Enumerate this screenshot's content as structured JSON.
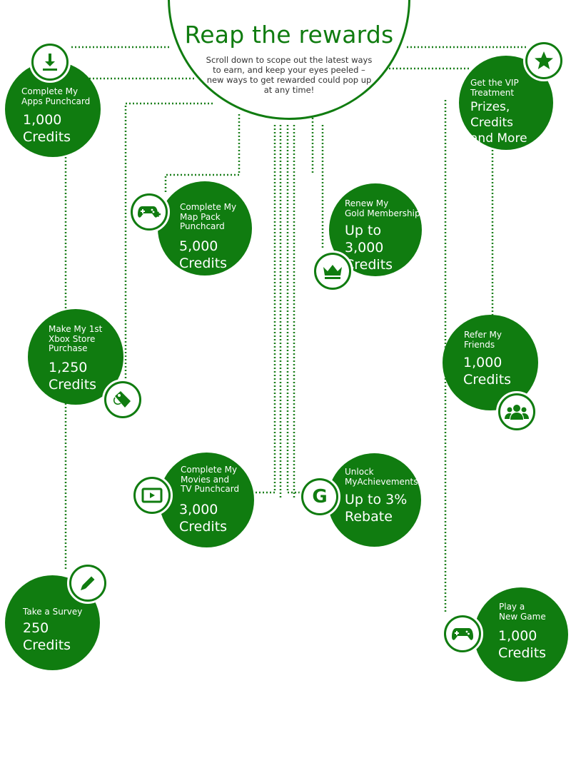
{
  "header": {
    "title": "Reap the rewards",
    "subtitle": "Scroll down to scope out the latest ways to earn, and keep your eyes peeled – new ways to get rewarded could pop up at any time!"
  },
  "colors": {
    "accent": "#107c10",
    "background": "#ffffff",
    "dots": "#1a7f1a"
  },
  "rewards": [
    {
      "label": "Complete My\nApps Punchcard",
      "value": "1,000\nCredits",
      "icon": "download-icon"
    },
    {
      "label": "Get the VIP\nTreatment",
      "value": "Prizes, Credits\nand More",
      "icon": "star-icon"
    },
    {
      "label": "Complete My\nMap Pack\nPunchcard",
      "value": "5,000\nCredits",
      "icon": "controller-plus-icon"
    },
    {
      "label": "Renew My\nGold Membership",
      "value": "Up to 3,000\nCredits",
      "icon": "crown-icon"
    },
    {
      "label": "Make My 1st\nXbox Store\nPurchase",
      "value": "1,250\nCredits",
      "icon": "tag-icon"
    },
    {
      "label": "Refer My\nFriends",
      "value": "1,000\nCredits",
      "icon": "people-icon"
    },
    {
      "label": "Complete My\nMovies and\nTV Punchcard",
      "value": "3,000\nCredits",
      "icon": "video-icon"
    },
    {
      "label": "Unlock\nMyAchievements",
      "value": "Up to 3%\nRebate",
      "icon": "gamerscore-icon",
      "icon_glyph": "G"
    },
    {
      "label": "Take a Survey",
      "value": "250\nCredits",
      "icon": "pencil-icon"
    },
    {
      "label": "Play a\nNew Game",
      "value": "1,000\nCredits",
      "icon": "controller-icon"
    }
  ]
}
